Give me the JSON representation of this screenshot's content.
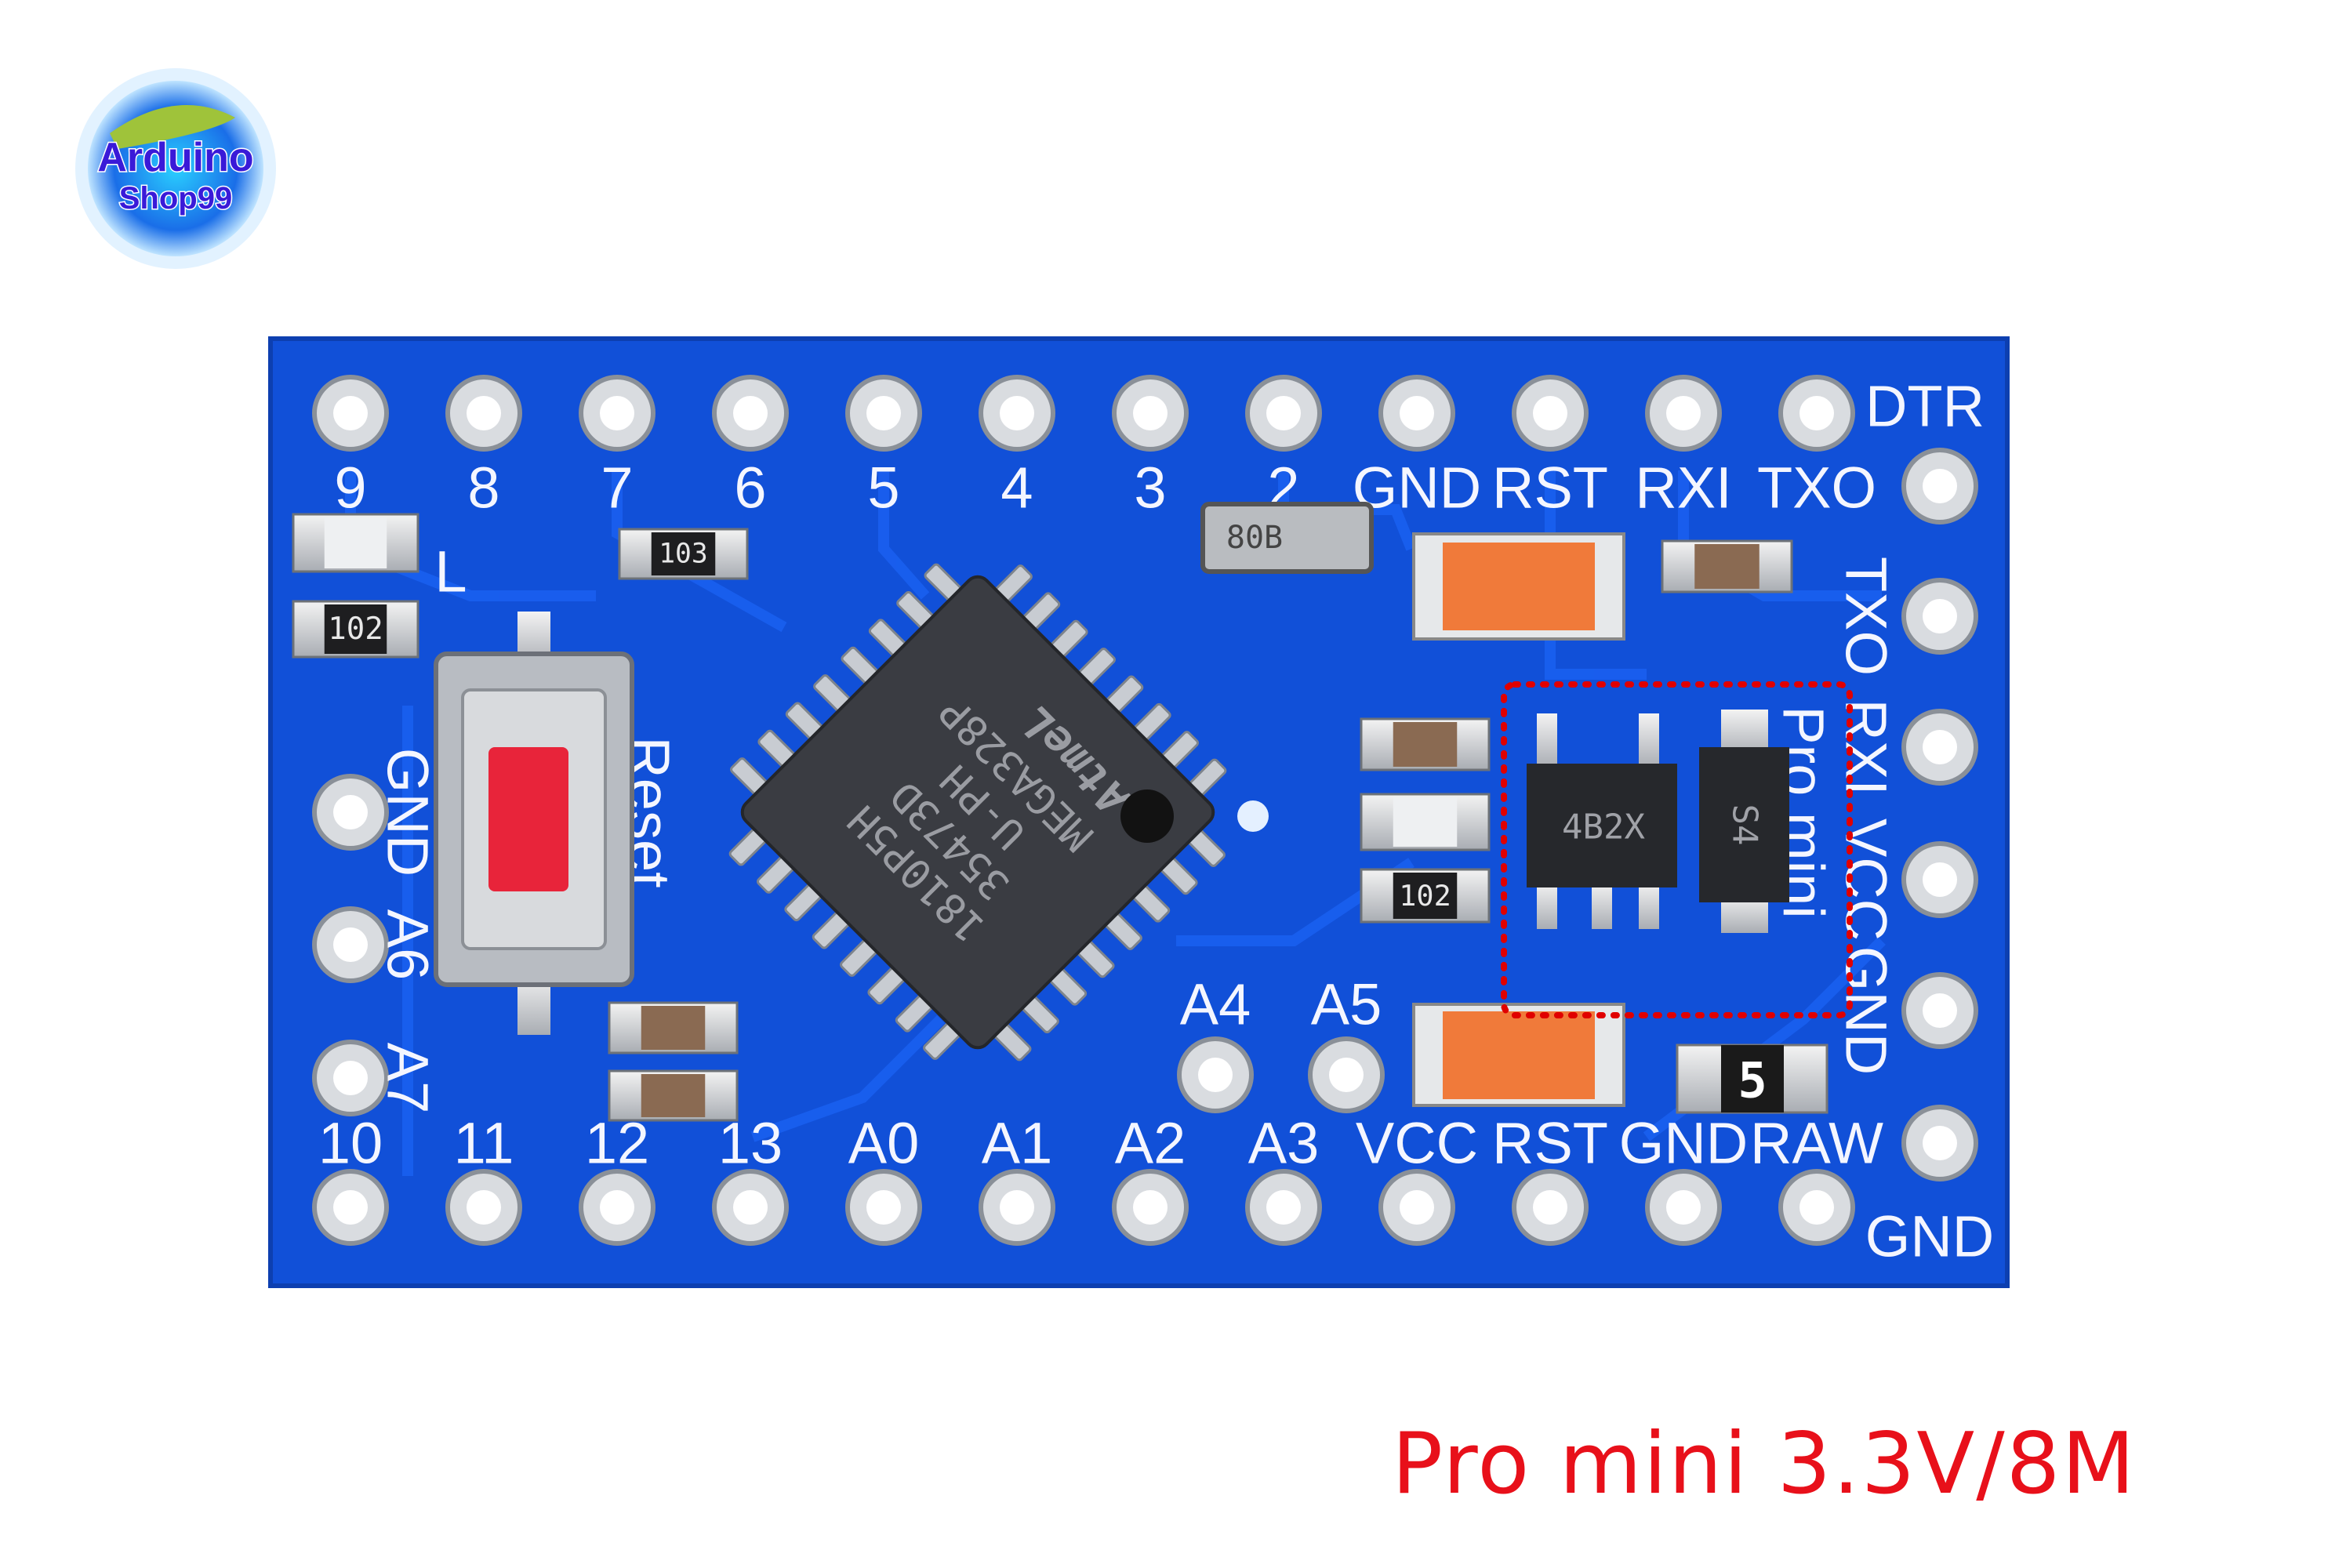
{
  "logo": {
    "line1": "Arduino",
    "line2": "Shop99"
  },
  "board": {
    "color": "#1150d8",
    "top_labels": [
      "9",
      "8",
      "7",
      "6",
      "5",
      "4",
      "3",
      "2",
      "GND",
      "RST",
      "RXI",
      "TXO"
    ],
    "dtr_label": "DTR",
    "bottom_labels": [
      "10",
      "11",
      "12",
      "13",
      "A0",
      "A1",
      "A2",
      "A3",
      "VCC",
      "RST",
      "GND",
      "RAW"
    ],
    "bottom_right_label": "GND",
    "right_labels": [
      "TXO",
      "RXI",
      "VCC",
      "GND"
    ],
    "left_labels": [
      "GND",
      "A6",
      "A7"
    ],
    "inner_labels": [
      "A4",
      "A5"
    ],
    "reset_label": "Reset",
    "led_label": "L",
    "board_name": "Pro mini"
  },
  "chip": {
    "brand": "AtmeL",
    "lines": [
      "MEGA328P",
      "U-PH",
      "35473D",
      "1810P5H"
    ]
  },
  "components": {
    "resistor_top": "103",
    "resistor_left": "102",
    "crystal": "80B",
    "resistor_mid": "102",
    "regulator": "4B2X",
    "diode": "S4",
    "fuse": "5"
  },
  "caption": "Pro mini 3.3V/8M",
  "colors": {
    "caption": "#e8101a",
    "highlight": "#e00000",
    "cap": "#f07a3a",
    "button": "#e8243a"
  }
}
